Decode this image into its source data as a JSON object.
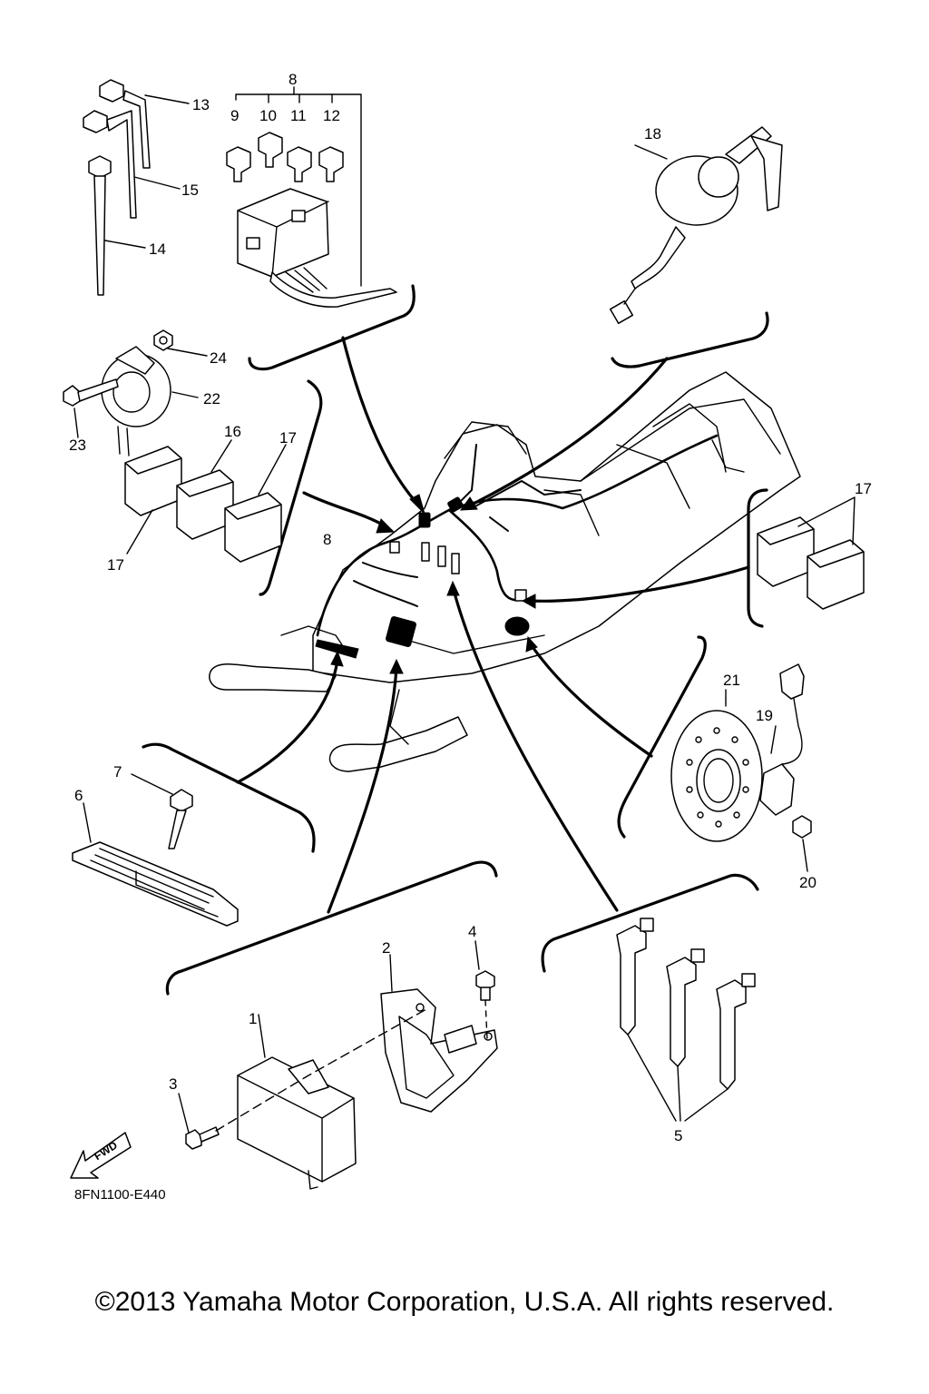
{
  "diagram": {
    "drawing_code": "8FN1100-E440",
    "fwd_label": "FWD",
    "copyright": "©2013 Yamaha Motor Corporation, U.S.A. All rights reserved.",
    "callouts": {
      "c1": "1",
      "c2": "2",
      "c3": "3",
      "c4": "4",
      "c5": "5",
      "c6": "6",
      "c7": "7",
      "c8a": "8",
      "c8b": "8",
      "c9": "9",
      "c10": "10",
      "c11": "11",
      "c12": "12",
      "c13": "13",
      "c14": "14",
      "c15": "15",
      "c16": "16",
      "c17a": "17",
      "c17b": "17",
      "c17c": "17",
      "c18": "18",
      "c19": "19",
      "c20": "20",
      "c21": "21",
      "c22": "22",
      "c23": "23",
      "c24": "24"
    }
  }
}
